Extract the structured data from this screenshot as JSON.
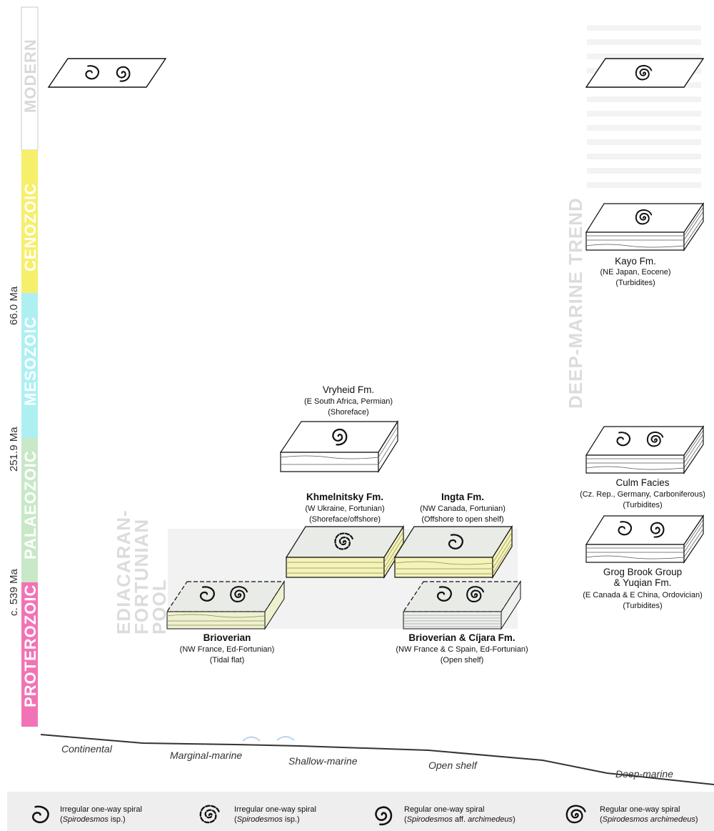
{
  "eras": [
    {
      "name": "MODERN",
      "color": "#ffffff"
    },
    {
      "name": "CENOZOIC",
      "color": "#f6ef6b"
    },
    {
      "name": "MESOZOIC",
      "color": "#aef0f2"
    },
    {
      "name": "PALAEOZOIC",
      "color": "#c9e8c8"
    },
    {
      "name": "PROTEROZOIC",
      "color": "#f273b5"
    }
  ],
  "ages": [
    "66.0 Ma",
    "251.9 Ma",
    "c. 539 Ma"
  ],
  "pools": {
    "ediacaran": [
      "EDIACARAN-",
      "FORTUNIAN",
      "POOL"
    ],
    "deep_marine": "DEEP-MARINE TREND"
  },
  "formations": {
    "vryheid": {
      "name": "Vryheid Fm.",
      "lines": [
        "(E South Africa, Permian)",
        "(Shoreface)"
      ]
    },
    "khmelnitsky": {
      "name": "Khmelnitsky Fm.",
      "lines": [
        "(W Ukraine, Fortunian)",
        "(Shoreface/offshore)"
      ]
    },
    "ingta": {
      "name": "Ingta Fm.",
      "lines": [
        "(NW Canada, Fortunian)",
        "(Offshore to open shelf)"
      ]
    },
    "brioverian": {
      "name": "Brioverian",
      "lines": [
        "(NW France, Ed-Fortunian)",
        "(Tidal flat)"
      ]
    },
    "brioverian_cijara": {
      "name": "Brioverian & Cíjara Fm.",
      "lines": [
        "(NW France & C Spain, Ed-Fortunian)",
        "(Open shelf)"
      ]
    },
    "kayo": {
      "name": "Kayo Fm.",
      "lines": [
        "(NE Japan, Eocene)",
        "(Turbidites)"
      ]
    },
    "culm": {
      "name": "Culm Facies",
      "lines": [
        "(Cz. Rep., Germany, Carboniferous)",
        "(Turbidites)"
      ]
    },
    "grog": {
      "name": "Grog Brook Group",
      "name2": "& Yuqian Fm.",
      "lines": [
        "(E Canada & E China, Ordovician)",
        "(Turbidites)"
      ]
    }
  },
  "environments": [
    "Continental",
    "Marginal-marine",
    "Shallow-marine",
    "Open shelf",
    "Deep-marine"
  ],
  "legend": [
    {
      "icon": "irregular-spiral-icon",
      "line1": "Irregular one-way spiral",
      "genus": "Spirodesmos",
      "suffix": " isp.)"
    },
    {
      "icon": "irregular-broken-spiral-icon",
      "line1": "Irregular one-way spiral",
      "genus": "Spirodesmos",
      "suffix": " isp.)"
    },
    {
      "icon": "regular-spiral-aff-icon",
      "line1": "Regular one-way spiral",
      "genus": "Spirodesmos",
      "suffix": " aff. ",
      "species": "archimedeus",
      "close": ")"
    },
    {
      "icon": "regular-spiral-icon",
      "line1": "Regular one-way spiral",
      "genus": "Spirodesmos archimedeus",
      "suffix": ")"
    }
  ]
}
